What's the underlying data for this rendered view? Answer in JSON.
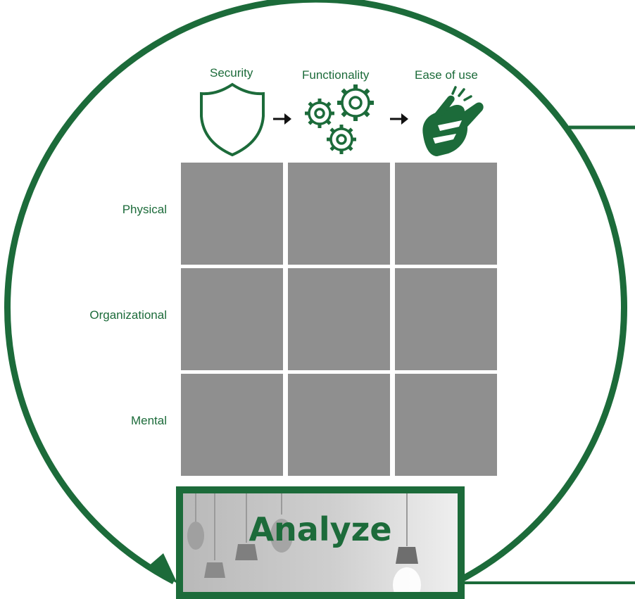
{
  "colors": {
    "green": "#1c6b3a",
    "cell": "#8f8f8f",
    "arrow": "#111111"
  },
  "columns": [
    {
      "label": "Security",
      "icon": "shield-icon"
    },
    {
      "label": "Functionality",
      "icon": "gears-icon"
    },
    {
      "label": "Ease of use",
      "icon": "snapping-hand-icon"
    }
  ],
  "rows": [
    {
      "label": "Physical"
    },
    {
      "label": "Organizational"
    },
    {
      "label": "Mental"
    }
  ],
  "box": {
    "title": "Analyze",
    "image": "light-bulbs-photo"
  }
}
